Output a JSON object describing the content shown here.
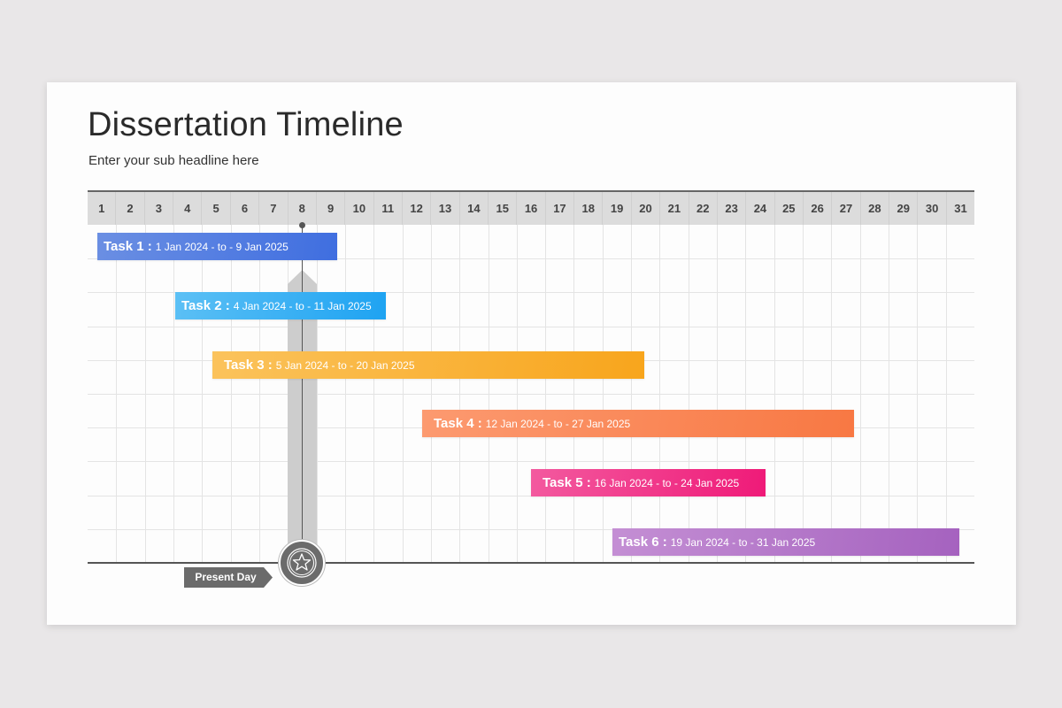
{
  "header": {
    "title": "Dissertation Timeline",
    "subtitle": "Enter your sub headline here"
  },
  "timeline": {
    "columns": [
      "1",
      "2",
      "3",
      "4",
      "5",
      "6",
      "7",
      "8",
      "9",
      "10",
      "11",
      "12",
      "13",
      "14",
      "15",
      "16",
      "17",
      "18",
      "19",
      "20",
      "21",
      "22",
      "23",
      "24",
      "25",
      "26",
      "27",
      "28",
      "29",
      "30",
      "31"
    ],
    "present_day": {
      "label": "Present Day",
      "column": 8
    },
    "tasks": [
      {
        "name": "Task 1 :",
        "dates": "1 Jan 2024 -  to -  9 Jan 2025",
        "start": 1,
        "end": 9,
        "color_from": "#6b8fe3",
        "color_to": "#3f6ee0"
      },
      {
        "name": "Task 2 :",
        "dates": "4 Jan 2024 -  to -  11 Jan 2025",
        "start": 4,
        "end": 11,
        "color_from": "#5cc0f5",
        "color_to": "#1ea3f2"
      },
      {
        "name": "Task 3 :",
        "dates": "5 Jan 2024 -  to -  20 Jan 2025",
        "start": 5,
        "end": 20,
        "color_from": "#fbc35c",
        "color_to": "#f8a51c"
      },
      {
        "name": "Task 4 :",
        "dates": "12 Jan 2024 -  to -  27 Jan 2025",
        "start": 12,
        "end": 27,
        "color_from": "#fc9a70",
        "color_to": "#f87843"
      },
      {
        "name": "Task 5 :",
        "dates": "16 Jan 2024 -  to -  24 Jan 2025",
        "start": 16,
        "end": 24,
        "color_from": "#f35a9f",
        "color_to": "#ef1a78"
      },
      {
        "name": "Task 6 :",
        "dates": "19 Jan 2024 -  to -  31 Jan 2025",
        "start": 19,
        "end": 31,
        "color_from": "#c48fd4",
        "color_to": "#a562bf"
      }
    ]
  }
}
